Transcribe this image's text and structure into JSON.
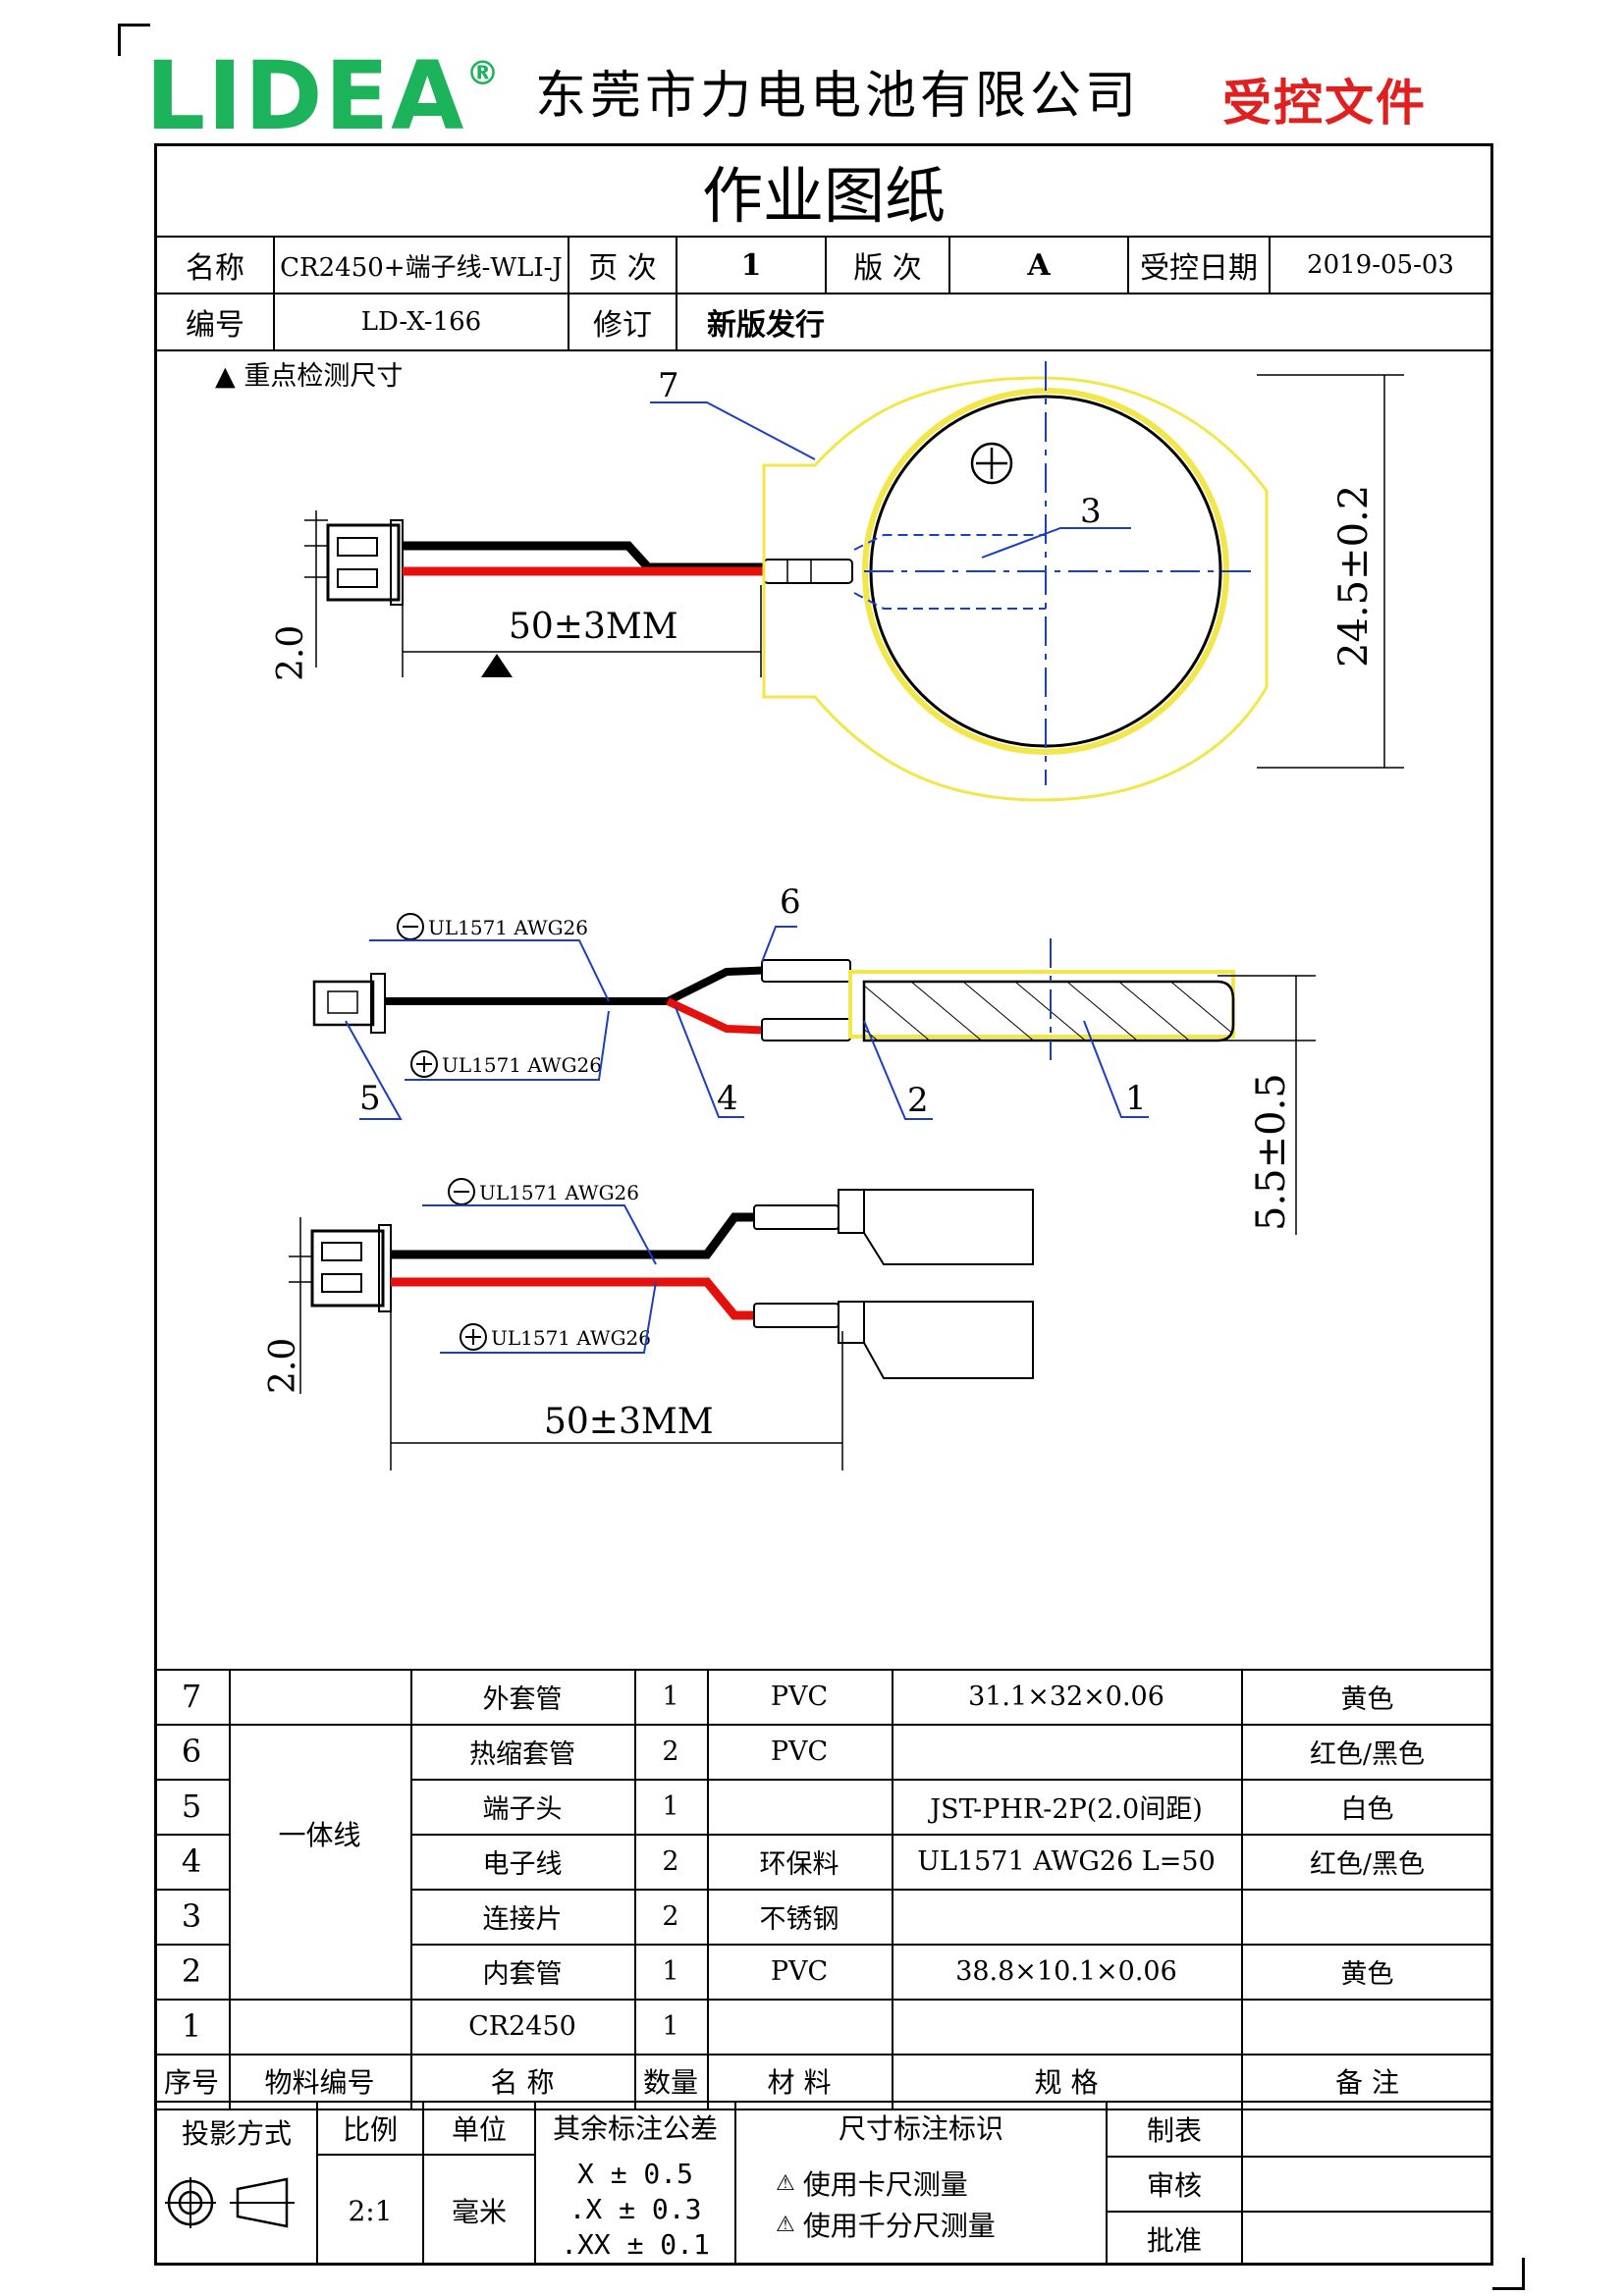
{
  "header": {
    "logo_text": "LIDEA",
    "logo_mark": "®",
    "company_name": "东莞市力电电池有限公司",
    "controlled_stamp": "受控文件"
  },
  "title_block": {
    "title": "作业图纸",
    "name_label": "名称",
    "name_value": "CR2450+端子线-WLI-J",
    "page_label": "页 次",
    "page_value": "1",
    "version_label": "版 次",
    "version_value": "A",
    "date_label": "受控日期",
    "date_value": "2019-05-03",
    "number_label": "编号",
    "number_value": "LD-X-166",
    "revision_label": "修订",
    "revision_value": "新版发行"
  },
  "drawing": {
    "key_dimension_note": "▲ 重点检测尺寸",
    "dim_wire_length": "50±3MM",
    "dim_pitch": "2.0",
    "dim_diameter": "24.5±0.2",
    "dim_thickness": "5.5±0.5",
    "wire_neg": "UL1571 AWG26",
    "wire_pos": "UL1571 AWG26",
    "callouts": [
      "1",
      "2",
      "3",
      "4",
      "5",
      "6",
      "7"
    ]
  },
  "bom": {
    "headers": [
      "序号",
      "物料编号",
      "名 称",
      "数量",
      "材 料",
      "规 格",
      "备 注"
    ],
    "group_label": "一体线",
    "rows": [
      {
        "seq": "7",
        "name": "外套管",
        "qty": "1",
        "material": "PVC",
        "spec": "31.1×32×0.06",
        "note": "黄色"
      },
      {
        "seq": "6",
        "name": "热缩套管",
        "qty": "2",
        "material": "PVC",
        "spec": "",
        "note": "红色/黑色"
      },
      {
        "seq": "5",
        "name": "端子头",
        "qty": "1",
        "material": "",
        "spec": "JST-PHR-2P(2.0间距)",
        "note": "白色"
      },
      {
        "seq": "4",
        "name": "电子线",
        "qty": "2",
        "material": "环保料",
        "spec": "UL1571 AWG26 L=50",
        "note": "红色/黑色"
      },
      {
        "seq": "3",
        "name": "连接片",
        "qty": "2",
        "material": "不锈钢",
        "spec": "",
        "note": ""
      },
      {
        "seq": "2",
        "name": "内套管",
        "qty": "1",
        "material": "PVC",
        "spec": "38.8×10.1×0.06",
        "note": "黄色"
      },
      {
        "seq": "1",
        "name": "CR2450",
        "qty": "1",
        "material": "",
        "spec": "",
        "note": ""
      }
    ]
  },
  "footer": {
    "projection_label": "投影方式",
    "scale_label": "比例",
    "scale_value": "2:1",
    "unit_label": "单位",
    "unit_value": "毫米",
    "tolerance_label": "其余标注公差",
    "tolerances": [
      "X ± 0.5",
      ".X ± 0.3",
      ".XX ± 0.1"
    ],
    "dim_mark_label": "尺寸标注标识",
    "dim_mark_1": "使用卡尺测量",
    "dim_mark_2": "使用千分尺测量",
    "made_by_label": "制表",
    "review_label": "审核",
    "approve_label": "批准"
  }
}
